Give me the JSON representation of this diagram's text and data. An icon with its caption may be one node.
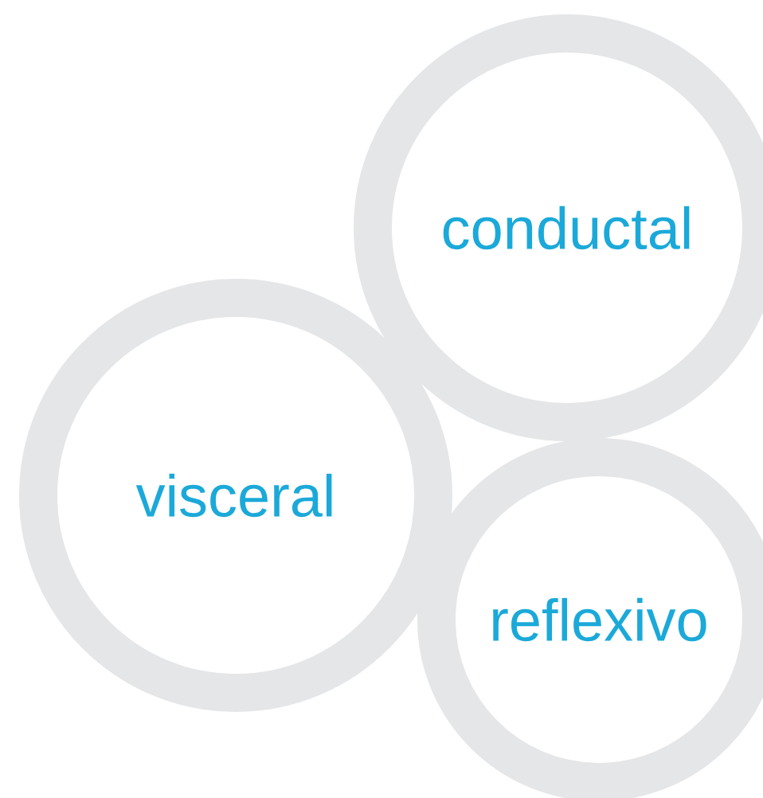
{
  "diagram": {
    "nodes": [
      {
        "text": [
          "conductal"
        ]
      },
      {
        "text": [
          "visceral"
        ]
      },
      {
        "text": [
          "reflexivo"
        ]
      }
    ]
  }
}
